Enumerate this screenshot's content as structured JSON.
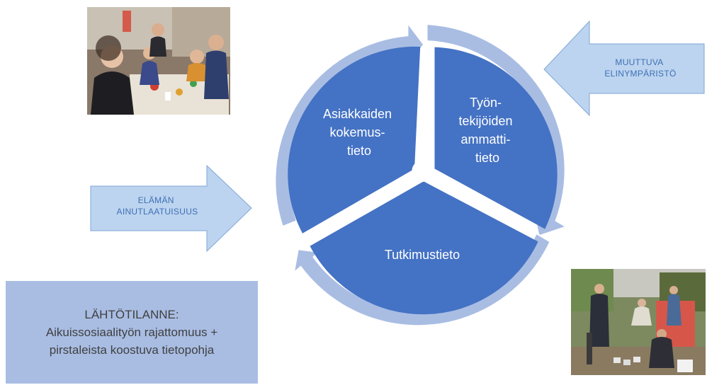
{
  "cycle": {
    "segments": [
      {
        "lines": [
          "Asiakkaiden",
          "kokemus-",
          "tieto"
        ]
      },
      {
        "lines": [
          "Työn-",
          "tekijöiden",
          "ammatti-",
          "tieto"
        ]
      },
      {
        "lines": [
          "Tutkimustieto"
        ]
      }
    ]
  },
  "arrows": {
    "top_right": {
      "lines": [
        "MUUTTUVA",
        "ELINYMPÄRISTÖ"
      ]
    },
    "left": {
      "lines": [
        "ELÄMÄN",
        "AINUTLAATUISUUS"
      ]
    }
  },
  "start_box": {
    "lines": [
      "LÄHTÖTILANNE:",
      "Aikuissosiaalityön rajattomuus +",
      "pirstaleista koostuva tietopohja"
    ]
  },
  "colors": {
    "segment_fill": "#4472c4",
    "ring_fill": "#a9bde3",
    "arrow_fill": "#bcd4ef",
    "arrow_stroke": "#7fa6d6",
    "arrow_text": "#3f6fb5",
    "box_fill": "#a9bde3",
    "box_text": "#404040"
  },
  "images": {
    "family": "photo-family-crafts",
    "garden": "photo-garden-work"
  }
}
